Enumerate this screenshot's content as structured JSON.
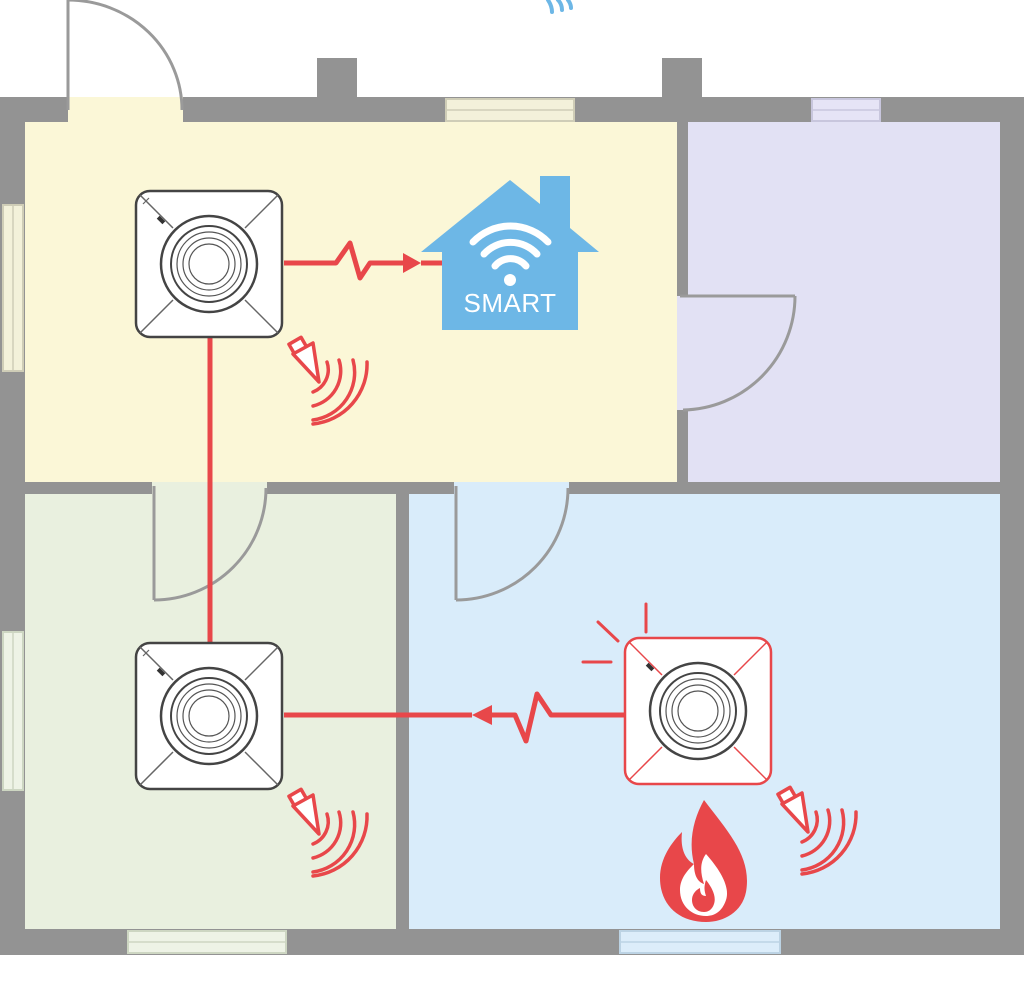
{
  "hub": {
    "label": "SMART",
    "color": "#6db7e6"
  },
  "colors": {
    "wall": "#939393",
    "room_top_left": "#fbf7d7",
    "room_top_right": "#e2e1f4",
    "room_bottom_left": "#e9f0df",
    "room_bottom_right": "#d9ecfa",
    "signal": "#e8474a",
    "door_line": "#9a9a9a",
    "window_glass": "#f3f1da"
  },
  "detectors": [
    {
      "id": "top-left",
      "status": "normal"
    },
    {
      "id": "bottom-left",
      "status": "normal"
    },
    {
      "id": "bottom-right",
      "status": "alarm"
    }
  ],
  "icons": {
    "hub": "smart-home-icon",
    "wifi": "wifi-icon",
    "speaker": "siren-speaker-icon",
    "fire": "fire-icon",
    "detector": "smoke-detector-icon"
  }
}
